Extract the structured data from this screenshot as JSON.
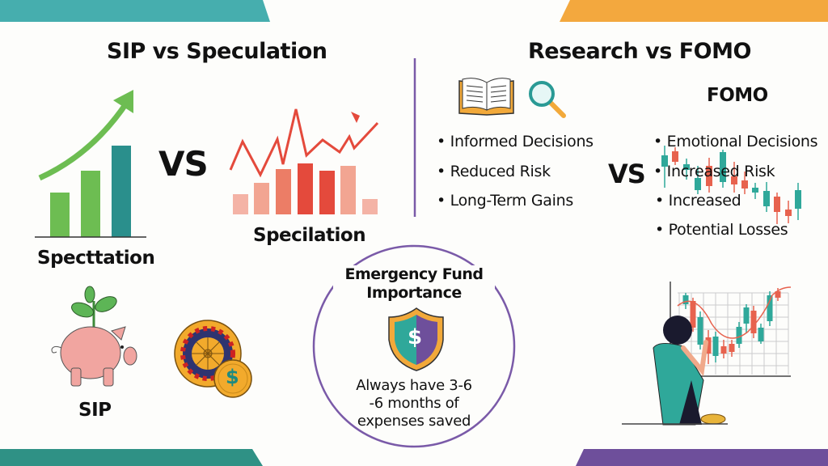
{
  "colors": {
    "teal": "#46aeae",
    "orange": "#f3a83e",
    "dark_teal": "#2f9185",
    "purple": "#6e4f9b",
    "green": "#6dbd52",
    "red": "#e44a3c"
  },
  "left": {
    "title": "SIP vs Speculation",
    "vs": "VS",
    "growth_chart_label": "Specttation",
    "volatile_chart_label": "Specilation",
    "piggy_label": "SIP",
    "icons": [
      "growth-chart-icon",
      "volatile-chart-icon",
      "piggy-bank-icon",
      "roulette-icon",
      "coin-icon"
    ]
  },
  "right": {
    "title": "Research vs FOMO",
    "vs": "VS",
    "fomo_heading": "FOMO",
    "research_points": [
      "Informed Decisions",
      "Reduced Risk",
      "Long-Term Gains"
    ],
    "fomo_points": [
      "Emotional Decisions",
      "Increased Risk",
      "Increased",
      "Potential Losses"
    ],
    "icons": [
      "book-icon",
      "magnifier-icon",
      "candlestick-icon",
      "trader-illustration"
    ]
  },
  "center": {
    "title_line1": "Emergency Fund",
    "title_line2": "Importance",
    "shield_symbol": "$",
    "coin_symbol": "$",
    "text_line1": "Always have 3-6",
    "text_line2": "-6 months of",
    "text_line3": "expenses saved"
  }
}
